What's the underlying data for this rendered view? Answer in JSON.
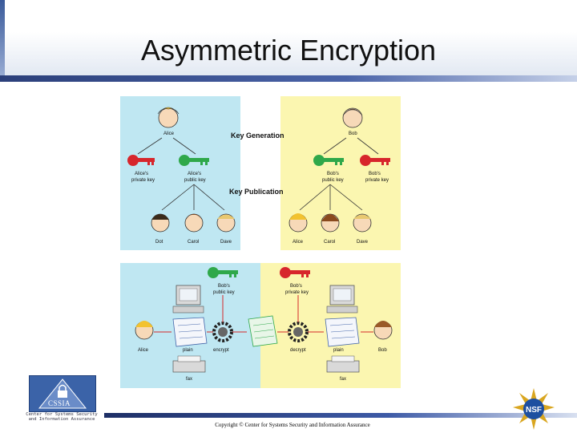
{
  "slide": {
    "title": "Asymmetric Encryption"
  },
  "top_diagram": {
    "key_generation_label": "Key Generation",
    "key_publication_label": "Key Publication",
    "left": {
      "owner": "Alice",
      "private_key": [
        "Alice's",
        "private key"
      ],
      "public_key": [
        "Alice's",
        "public key"
      ],
      "recipients": [
        "Dot",
        "Carol",
        "Dave"
      ]
    },
    "right": {
      "owner": "Bob",
      "public_key": [
        "Bob's",
        "public key"
      ],
      "private_key": [
        "Bob's",
        "private key"
      ],
      "recipients": [
        "Alice",
        "Carol",
        "Dave"
      ]
    }
  },
  "bottom_diagram": {
    "public_key": [
      "Bob's",
      "public key"
    ],
    "private_key": [
      "Bob's",
      "private key"
    ],
    "sender": "Alice",
    "receiver": "Bob",
    "steps": [
      "plain",
      "encrypt",
      "decrypt",
      "plain"
    ],
    "fax_labels": [
      "fax",
      "fax"
    ]
  },
  "footer": {
    "copyright": "Copyright © Center for Systems Security and Information Assurance",
    "logo_text": "CSSIA",
    "logo_sub": [
      "Center for Systems Security",
      "and Information Assurance"
    ],
    "nsf_text": "NSF"
  },
  "colors": {
    "left_panel": "#bfe7f2",
    "right_panel": "#fbf6b0",
    "private_key": "#d7262c",
    "public_key": "#2fa84a",
    "arrow": "#d62a2a"
  }
}
